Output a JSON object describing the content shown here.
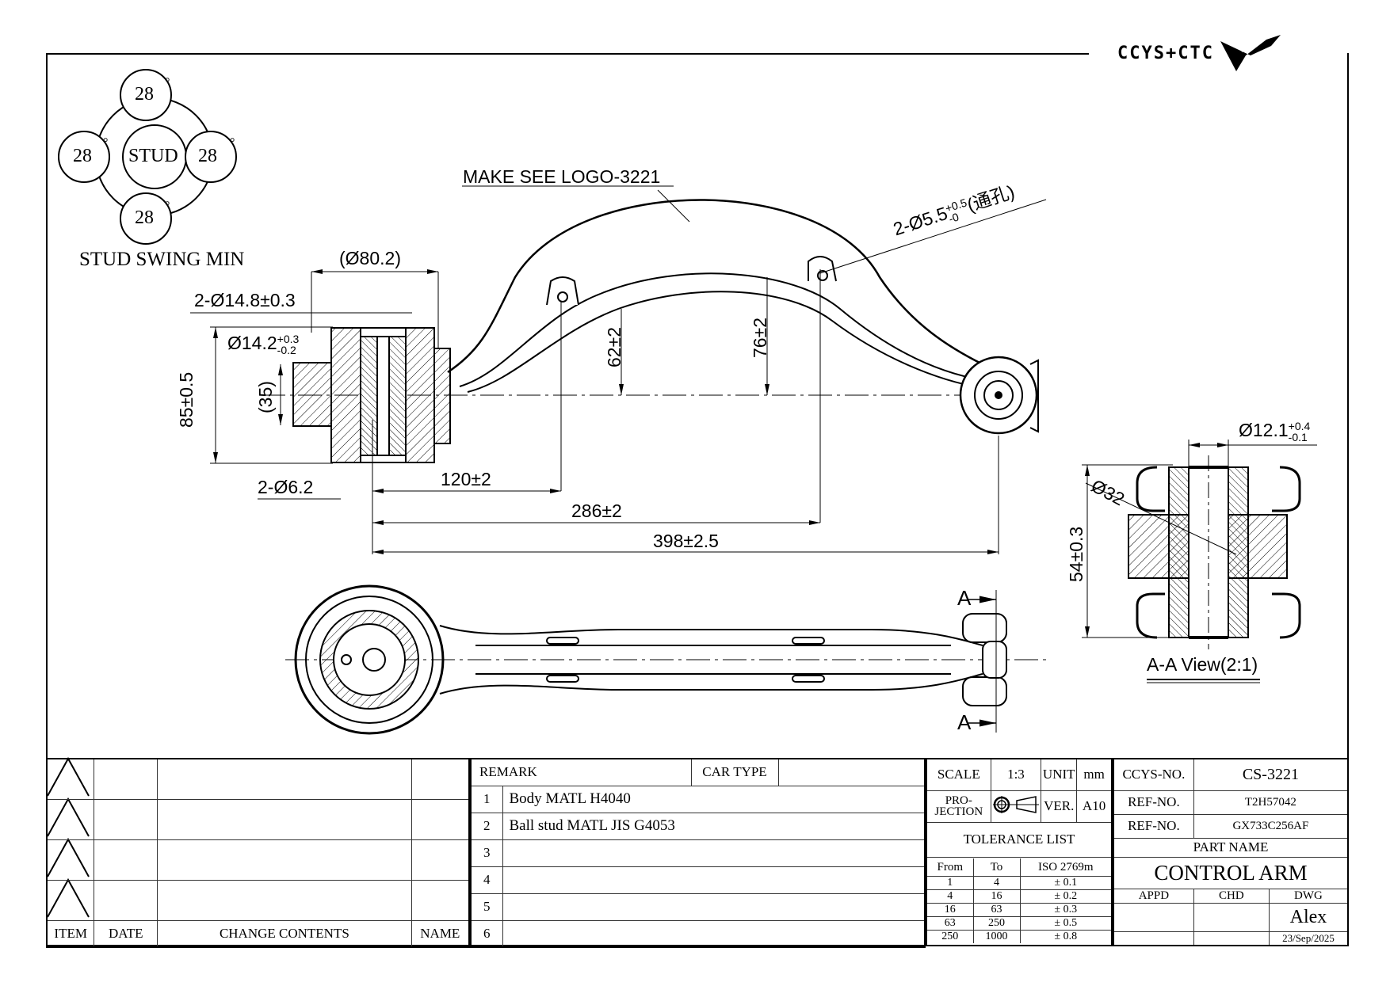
{
  "logo": {
    "text": "CCYS+CTC",
    "icon": "ccys-logo-icon"
  },
  "stud_swing": {
    "angles": [
      "28",
      "28",
      "28",
      "28"
    ],
    "center_label": "STUD",
    "degree_symbol": "°",
    "caption": "STUD SWING MIN"
  },
  "top_view": {
    "logo_note": "MAKE SEE LOGO-3221",
    "dims": {
      "bush_outer": "(Ø80.2)",
      "holes_a": "2-Ø14.8±0.3",
      "bore": "Ø14.2",
      "bore_tol_upper": "+0.3",
      "bore_tol_lower": "-0.2",
      "height": "85±0.5",
      "inner_height": "(35)",
      "holes_b": "2-Ø6.2",
      "len_120": "120±2",
      "len_286": "286±2",
      "len_398": "398±2.5",
      "rise_62": "62±2",
      "rise_76": "76±2",
      "through_holes": "2-Ø5.5",
      "through_tol_upper": "+0.5",
      "through_tol_lower": "-0",
      "through_note": "(通孔)"
    }
  },
  "section_view": {
    "marker_top": "A",
    "marker_bottom": "A",
    "title": "A-A View(2:1)",
    "dims": {
      "bore": "Ø12.1",
      "bore_tol_upper": "+0.4",
      "bore_tol_lower": "-0.1",
      "ball": "Ø32",
      "height": "54±0.3"
    }
  },
  "revision_table": {
    "headers": [
      "ITEM",
      "DATE",
      "CHANGE CONTENTS",
      "NAME"
    ],
    "rows": [
      {
        "item": "",
        "date": "",
        "contents": "",
        "name": ""
      },
      {
        "item": "",
        "date": "",
        "contents": "",
        "name": ""
      },
      {
        "item": "",
        "date": "",
        "contents": "",
        "name": ""
      },
      {
        "item": "",
        "date": "",
        "contents": "",
        "name": ""
      }
    ]
  },
  "remark": {
    "header": "REMARK",
    "car_type_label": "CAR TYPE",
    "car_type_value": "",
    "rows": [
      {
        "no": "1",
        "text": "Body MATL H4040"
      },
      {
        "no": "2",
        "text": "Ball stud MATL JIS G4053"
      },
      {
        "no": "3",
        "text": ""
      },
      {
        "no": "4",
        "text": ""
      },
      {
        "no": "5",
        "text": ""
      },
      {
        "no": "6",
        "text": ""
      }
    ]
  },
  "info": {
    "scale_label": "SCALE",
    "scale_value": "1:3",
    "unit_label": "UNIT",
    "unit_value": "mm",
    "projection_label_1": "PRO-",
    "projection_label_2": "JECTION",
    "ver_label": "VER.",
    "ver_value": "A10",
    "tolerance_title": "TOLERANCE LIST",
    "tolerance_headers": [
      "From",
      "To",
      "ISO 2769m"
    ],
    "tolerance_rows": [
      [
        "1",
        "4",
        "± 0.1"
      ],
      [
        "4",
        "16",
        "± 0.2"
      ],
      [
        "16",
        "63",
        "± 0.3"
      ],
      [
        "63",
        "250",
        "± 0.5"
      ],
      [
        "250",
        "1000",
        "± 0.8"
      ]
    ]
  },
  "title_block": {
    "ccys_no_label": "CCYS-NO.",
    "ccys_no": "CS-3221",
    "ref_no_label": "REF-NO.",
    "ref_no_1": "T2H57042",
    "ref_no_2": "GX733C256AF",
    "part_name_label": "PART NAME",
    "part_name": "CONTROL ARM",
    "appd_label": "APPD",
    "chd_label": "CHD",
    "dwg_label": "DWG",
    "appd": "",
    "chd": "",
    "dwg": "Alex",
    "date": "23/Sep/2025"
  }
}
